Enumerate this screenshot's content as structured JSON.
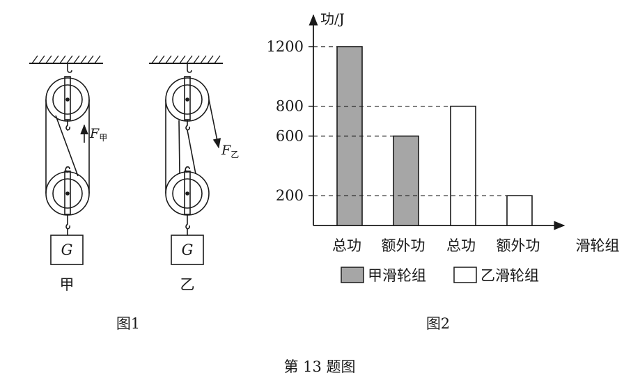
{
  "figure1": {
    "pulley_a": {
      "label": "甲",
      "force_symbol": "F",
      "force_sub": "甲",
      "load": "G"
    },
    "pulley_b": {
      "label": "乙",
      "force_symbol": "F",
      "force_sub": "乙",
      "load": "G"
    },
    "caption": "图1"
  },
  "figure2": {
    "caption": "图2"
  },
  "figure_caption": "第 13 题图",
  "chart_data": {
    "type": "bar",
    "ylabel": "功/J",
    "xlabel": "滑轮组",
    "categories": [
      "总功",
      "额外功",
      "总功",
      "额外功"
    ],
    "yticks": [
      200,
      600,
      800,
      1200
    ],
    "series": [
      {
        "name": "甲滑轮组",
        "fill": "#a6a6a6",
        "values": [
          1200,
          600,
          null,
          null
        ]
      },
      {
        "name": "乙滑轮组",
        "fill": "#ffffff",
        "values": [
          null,
          null,
          800,
          200
        ]
      }
    ],
    "grid": "dashed reference lines from y-axis to bar tops",
    "legend": "bottom"
  }
}
